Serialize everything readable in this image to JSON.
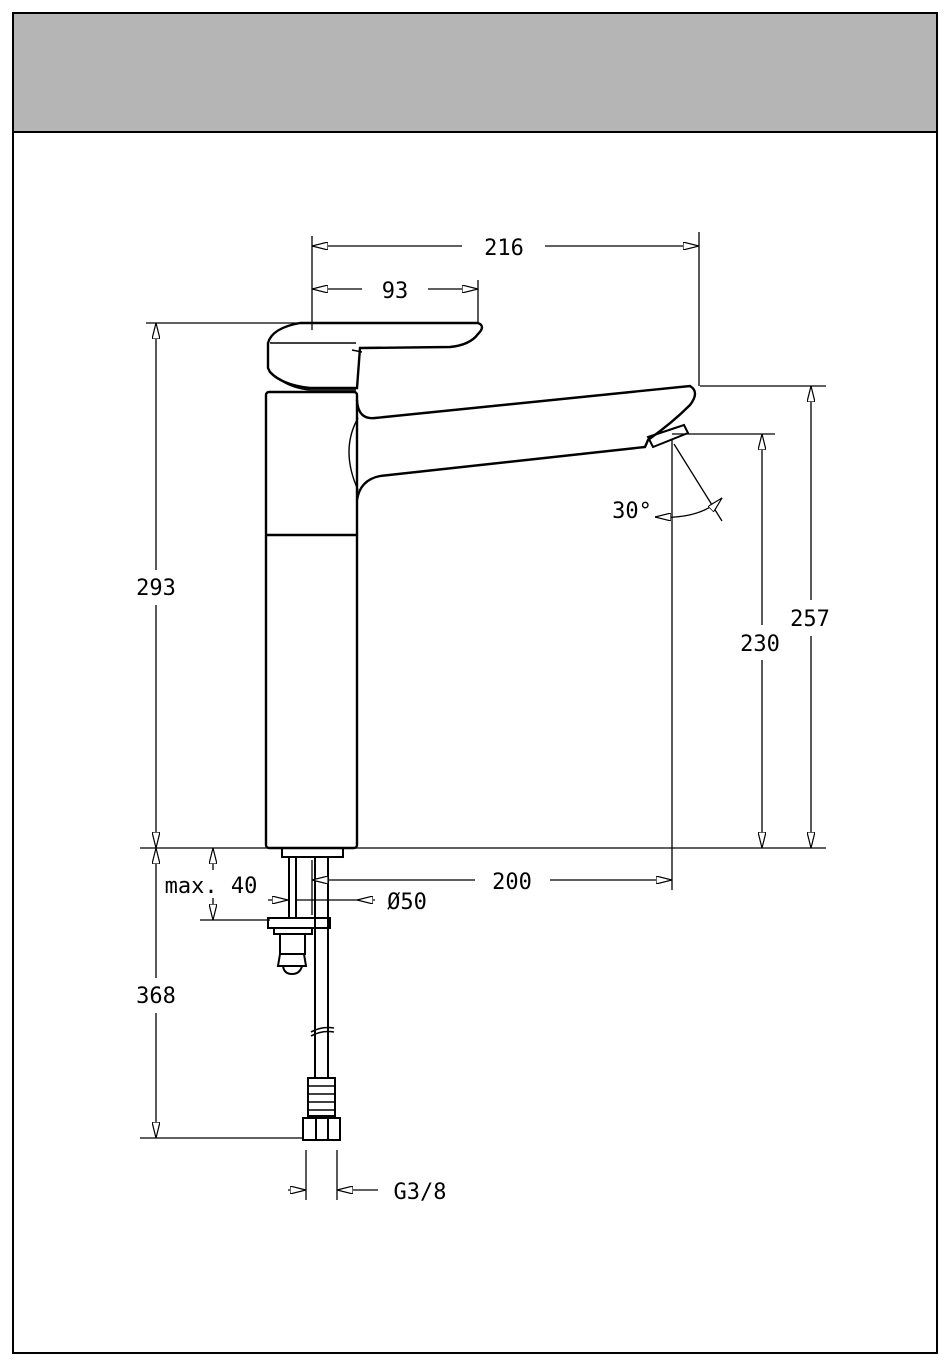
{
  "drawing": {
    "labels": {
      "width_total": "216",
      "lever_length": "93",
      "height_total": "293",
      "spout_angle": "30°",
      "outlet_height": "230",
      "spout_height": "257",
      "counter_thickness": "max. 40",
      "spout_reach": "200",
      "base_diameter": "Ø50",
      "hose_length": "368",
      "connection_thread": "G3/8"
    },
    "colors": {
      "header_band": "#b5b5b5",
      "line": "#000000"
    }
  }
}
